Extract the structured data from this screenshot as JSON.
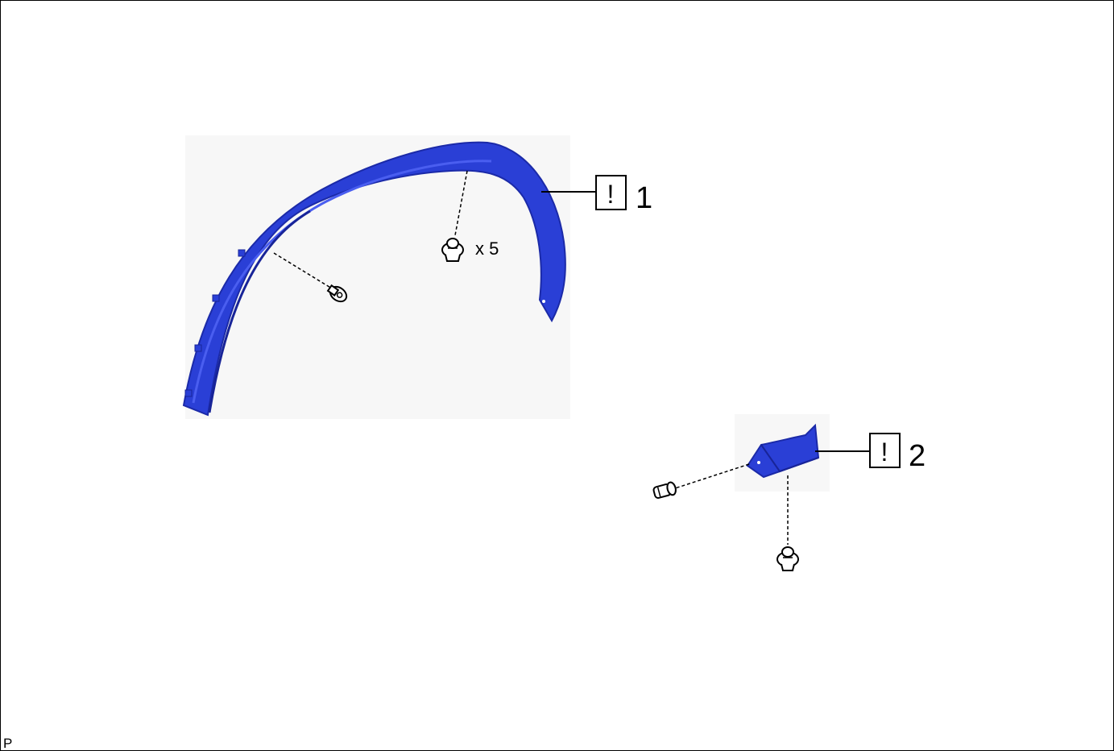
{
  "diagram": {
    "parts": [
      {
        "number": "1",
        "warning_symbol": "!",
        "name_icon": "fender-liner-arch"
      },
      {
        "number": "2",
        "warning_symbol": "!",
        "name_icon": "mudguard-bracket"
      }
    ],
    "fastener_quantity": "x 5",
    "corner_mark": "P",
    "colors": {
      "part": "#2a3fd6",
      "part_dark": "#1b2aa8",
      "line": "#000000"
    }
  }
}
